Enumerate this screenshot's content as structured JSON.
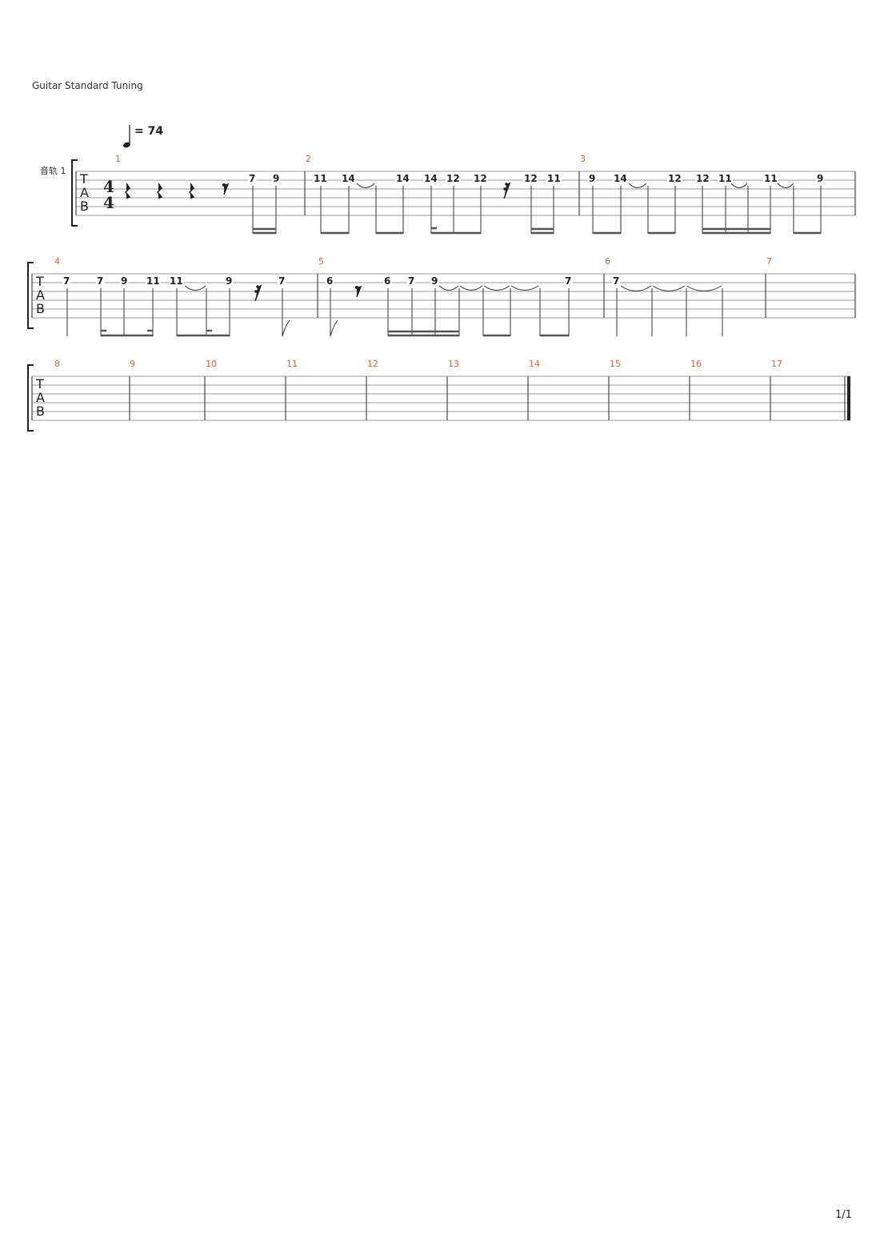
{
  "header": {
    "tuning": "Guitar Standard Tuning",
    "tempo_text": "= 74",
    "track_name": "音轨 1"
  },
  "footer": {
    "page_number": "1/1"
  },
  "staff": {
    "clef_letters": [
      "T",
      "A",
      "B"
    ],
    "time_signature": [
      "4",
      "4"
    ]
  },
  "measures": [
    {
      "number": "1",
      "frets": [
        "7",
        "9"
      ]
    },
    {
      "number": "2",
      "frets": [
        "11",
        "14",
        "14",
        "14",
        "12",
        "12",
        "12",
        "11"
      ]
    },
    {
      "number": "3",
      "frets": [
        "9",
        "14",
        "12",
        "12",
        "11",
        "11",
        "9"
      ]
    },
    {
      "number": "4",
      "frets": [
        "7",
        "7",
        "9",
        "11",
        "11",
        "9",
        "7"
      ]
    },
    {
      "number": "5",
      "frets": [
        "6",
        "6",
        "7",
        "9",
        "7"
      ]
    },
    {
      "number": "6",
      "frets": [
        "7"
      ]
    },
    {
      "number": "7",
      "frets": []
    },
    {
      "number": "8",
      "frets": []
    },
    {
      "number": "9",
      "frets": []
    },
    {
      "number": "10",
      "frets": []
    },
    {
      "number": "11",
      "frets": []
    },
    {
      "number": "12",
      "frets": []
    },
    {
      "number": "13",
      "frets": []
    },
    {
      "number": "14",
      "frets": []
    },
    {
      "number": "15",
      "frets": []
    },
    {
      "number": "16",
      "frets": []
    },
    {
      "number": "17",
      "frets": []
    }
  ]
}
